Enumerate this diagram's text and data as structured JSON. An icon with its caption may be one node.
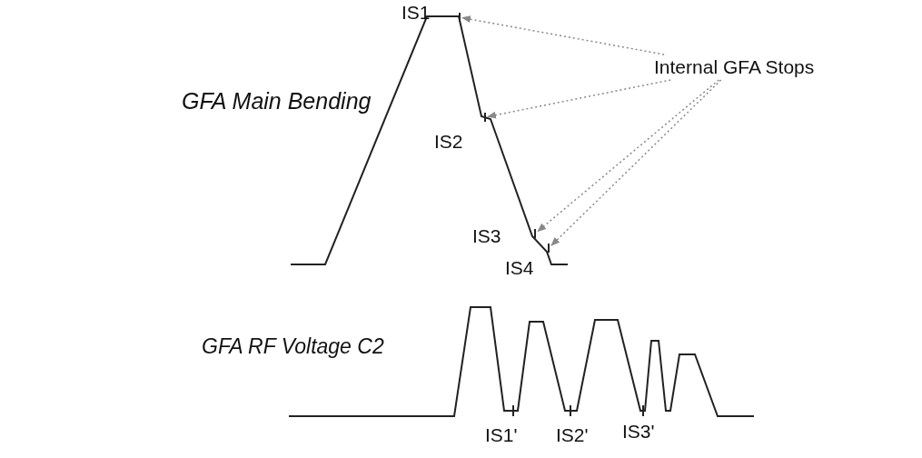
{
  "diagram": {
    "nodes": [
      {
        "text": [
          "Internal GFA Stops"
        ]
      },
      {
        "text": [],
        "shape": "bar"
      },
      {
        "text": [],
        "shape": "bar"
      },
      {
        "text": [],
        "shape": "bar"
      },
      {
        "text": [],
        "shape": "bar"
      }
    ],
    "edges": [
      {
        "from": 0,
        "to": 1,
        "arrow": "to",
        "style": "dashed"
      },
      {
        "from": 0,
        "to": 2,
        "arrow": "to",
        "style": "dashed"
      },
      {
        "from": 0,
        "to": 3,
        "arrow": "to",
        "style": "dashed"
      },
      {
        "from": 0,
        "to": 4,
        "arrow": "to",
        "style": "dashed"
      }
    ],
    "labels": [
      "GFA Main Bending",
      "IS1",
      "IS2",
      "IS3",
      "IS4",
      "GFA RF Voltage C2",
      "IS1'",
      "IS2'",
      "IS3'"
    ]
  }
}
